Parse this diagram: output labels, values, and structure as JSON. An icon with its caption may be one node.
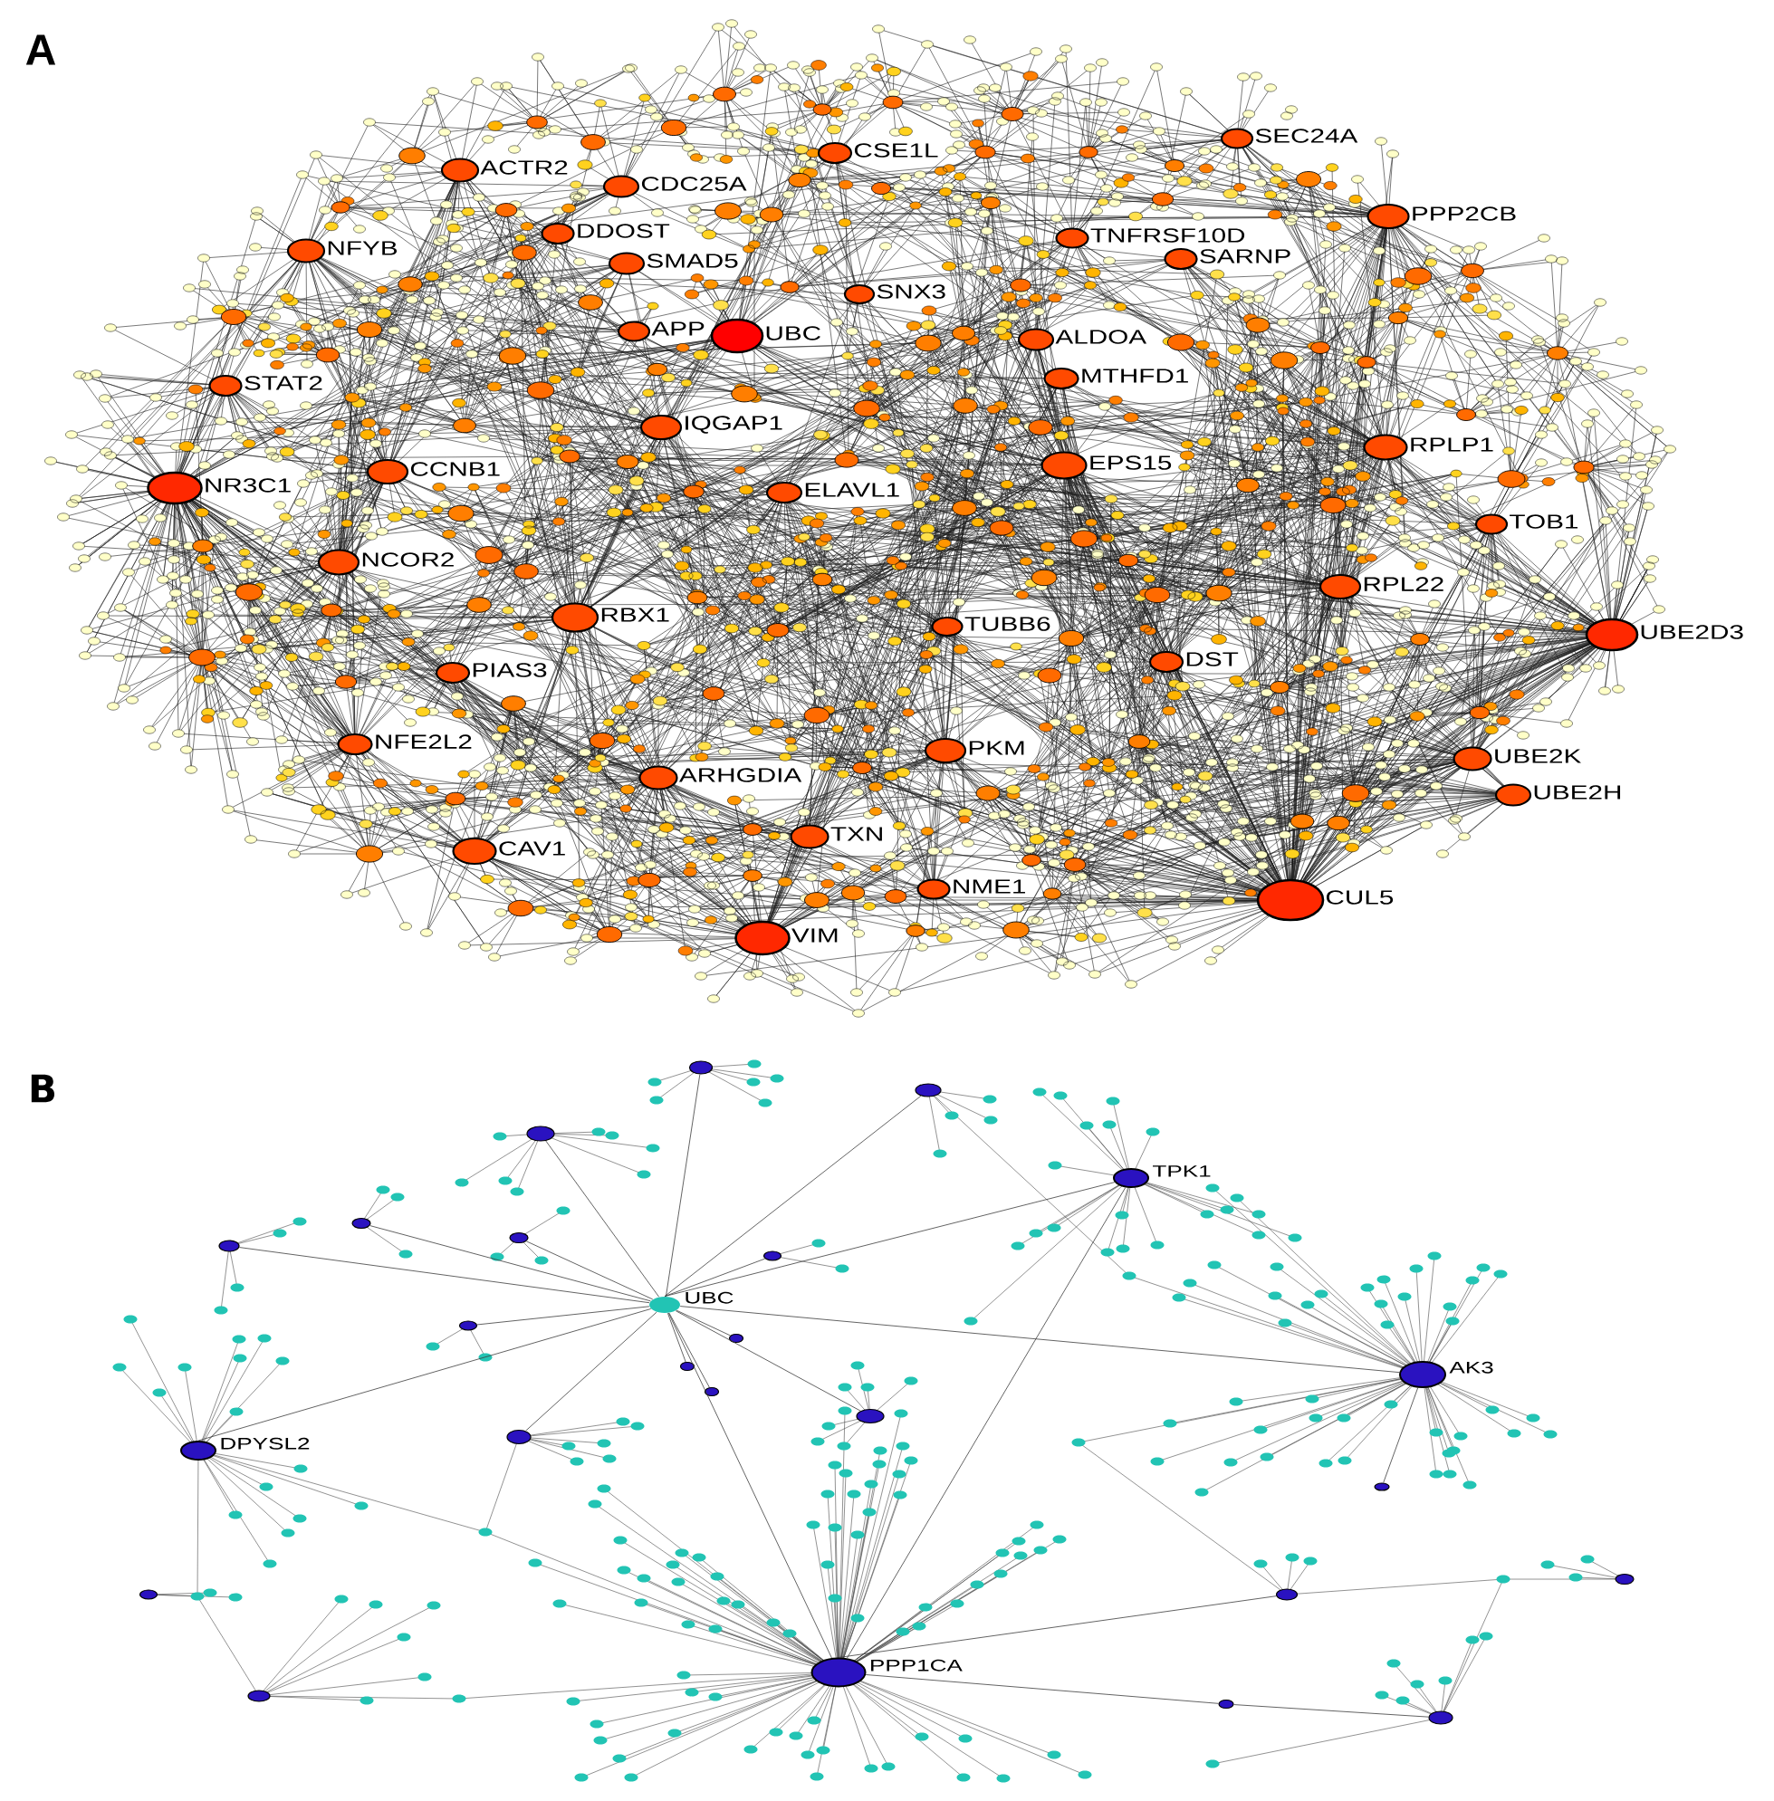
{
  "diagram": {
    "nodes": [
      {
        "text": [
          "SEC24A"
        ]
      },
      {
        "text": [
          "CSE1L"
        ]
      },
      {
        "text": [
          "ACTR2"
        ]
      },
      {
        "text": [
          "CDC25A"
        ]
      },
      {
        "text": [
          "PPP2CB"
        ]
      },
      {
        "text": [
          "DDOST"
        ]
      },
      {
        "text": [
          "TNFRSF10D"
        ]
      },
      {
        "text": [
          "NFYB"
        ]
      },
      {
        "text": [
          "SARNP"
        ]
      },
      {
        "text": [
          "SMAD5"
        ]
      },
      {
        "text": [
          "SNX3"
        ]
      },
      {
        "text": [
          "APP"
        ]
      },
      {
        "text": [
          "UBC"
        ]
      },
      {
        "text": [
          "ALDOA"
        ]
      },
      {
        "text": [
          "MTHFD1"
        ]
      },
      {
        "text": [
          "STAT2"
        ]
      },
      {
        "text": [
          "IQGAP1"
        ]
      },
      {
        "text": [
          "RPLP1"
        ]
      },
      {
        "text": [
          "EPS15"
        ]
      },
      {
        "text": [
          "CCNB1"
        ]
      },
      {
        "text": [
          "NR3C1"
        ]
      },
      {
        "text": [
          "ELAVL1"
        ]
      },
      {
        "text": [
          "TOB1"
        ]
      },
      {
        "text": [
          "NCOR2"
        ]
      },
      {
        "text": [
          "RPL22"
        ]
      },
      {
        "text": [
          "RBX1"
        ]
      },
      {
        "text": [
          "TUBB6"
        ]
      },
      {
        "text": [
          "UBE2D3"
        ]
      },
      {
        "text": [
          "DST"
        ]
      },
      {
        "text": [
          "PIAS3"
        ]
      },
      {
        "text": [
          "NFE2L2"
        ]
      },
      {
        "text": [
          "PKM"
        ]
      },
      {
        "text": [
          "UBE2K"
        ]
      },
      {
        "text": [
          "ARHGDIA"
        ]
      },
      {
        "text": [
          "UBE2H"
        ]
      },
      {
        "text": [
          "TXN"
        ]
      },
      {
        "text": [
          "CAV1"
        ]
      },
      {
        "text": [
          "NME1"
        ]
      },
      {
        "text": [
          "CUL5"
        ]
      },
      {
        "text": [
          "VIM"
        ]
      },
      {
        "text": [],
        "shape": "ellipse"
      },
      {
        "text": [],
        "shape": "ellipse"
      },
      {
        "text": [],
        "shape": "ellipse"
      },
      {
        "text": [
          "TPK1"
        ]
      },
      {
        "text": [],
        "shape": "ellipse"
      },
      {
        "text": [],
        "shape": "ellipse"
      },
      {
        "text": [],
        "shape": "ellipse"
      },
      {
        "text": [],
        "shape": "ellipse"
      },
      {
        "text": [
          "UBC"
        ]
      },
      {
        "text": [],
        "shape": "ellipse"
      },
      {
        "text": [],
        "shape": "ellipse"
      },
      {
        "text": [],
        "shape": "ellipse"
      },
      {
        "text": [
          "AK3"
        ]
      },
      {
        "text": [],
        "shape": "ellipse"
      },
      {
        "text": [],
        "shape": "ellipse"
      },
      {
        "text": [],
        "shape": "ellipse"
      },
      {
        "text": [
          "DPYSL2"
        ]
      },
      {
        "text": [],
        "shape": "ellipse"
      },
      {
        "text": [],
        "shape": "ellipse"
      },
      {
        "text": [],
        "shape": "ellipse"
      },
      {
        "text": [],
        "shape": "ellipse"
      },
      {
        "text": [
          "PPP1CA"
        ]
      },
      {
        "text": [],
        "shape": "ellipse"
      },
      {
        "text": [],
        "shape": "ellipse"
      },
      {
        "text": [],
        "shape": "ellipse"
      }
    ],
    "edges": [
      {
        "from": 48,
        "to": 40,
        "arrow": "none"
      },
      {
        "from": 48,
        "to": 41,
        "arrow": "none"
      },
      {
        "from": 48,
        "to": 42,
        "arrow": "none"
      },
      {
        "from": 48,
        "to": 43,
        "arrow": "none"
      },
      {
        "from": 48,
        "to": 44,
        "arrow": "none"
      },
      {
        "from": 48,
        "to": 45,
        "arrow": "none"
      },
      {
        "from": 48,
        "to": 46,
        "arrow": "none"
      },
      {
        "from": 48,
        "to": 47,
        "arrow": "none"
      },
      {
        "from": 48,
        "to": 49,
        "arrow": "none"
      },
      {
        "from": 48,
        "to": 50,
        "arrow": "none"
      },
      {
        "from": 48,
        "to": 51,
        "arrow": "none"
      },
      {
        "from": 48,
        "to": 52,
        "arrow": "none"
      },
      {
        "from": 48,
        "to": 53,
        "arrow": "none"
      },
      {
        "from": 48,
        "to": 54,
        "arrow": "none"
      },
      {
        "from": 48,
        "to": 55,
        "arrow": "none"
      },
      {
        "from": 48,
        "to": 56,
        "arrow": "none"
      },
      {
        "from": 48,
        "to": 61,
        "arrow": "none"
      },
      {
        "from": 43,
        "to": 61,
        "arrow": "none"
      },
      {
        "from": 52,
        "to": 57,
        "arrow": "none"
      },
      {
        "from": 61,
        "to": 59,
        "arrow": "none"
      },
      {
        "from": 61,
        "to": 63,
        "arrow": "none"
      },
      {
        "from": 63,
        "to": 64,
        "arrow": "none"
      }
    ],
    "labels": [
      "A",
      "B"
    ]
  }
}
